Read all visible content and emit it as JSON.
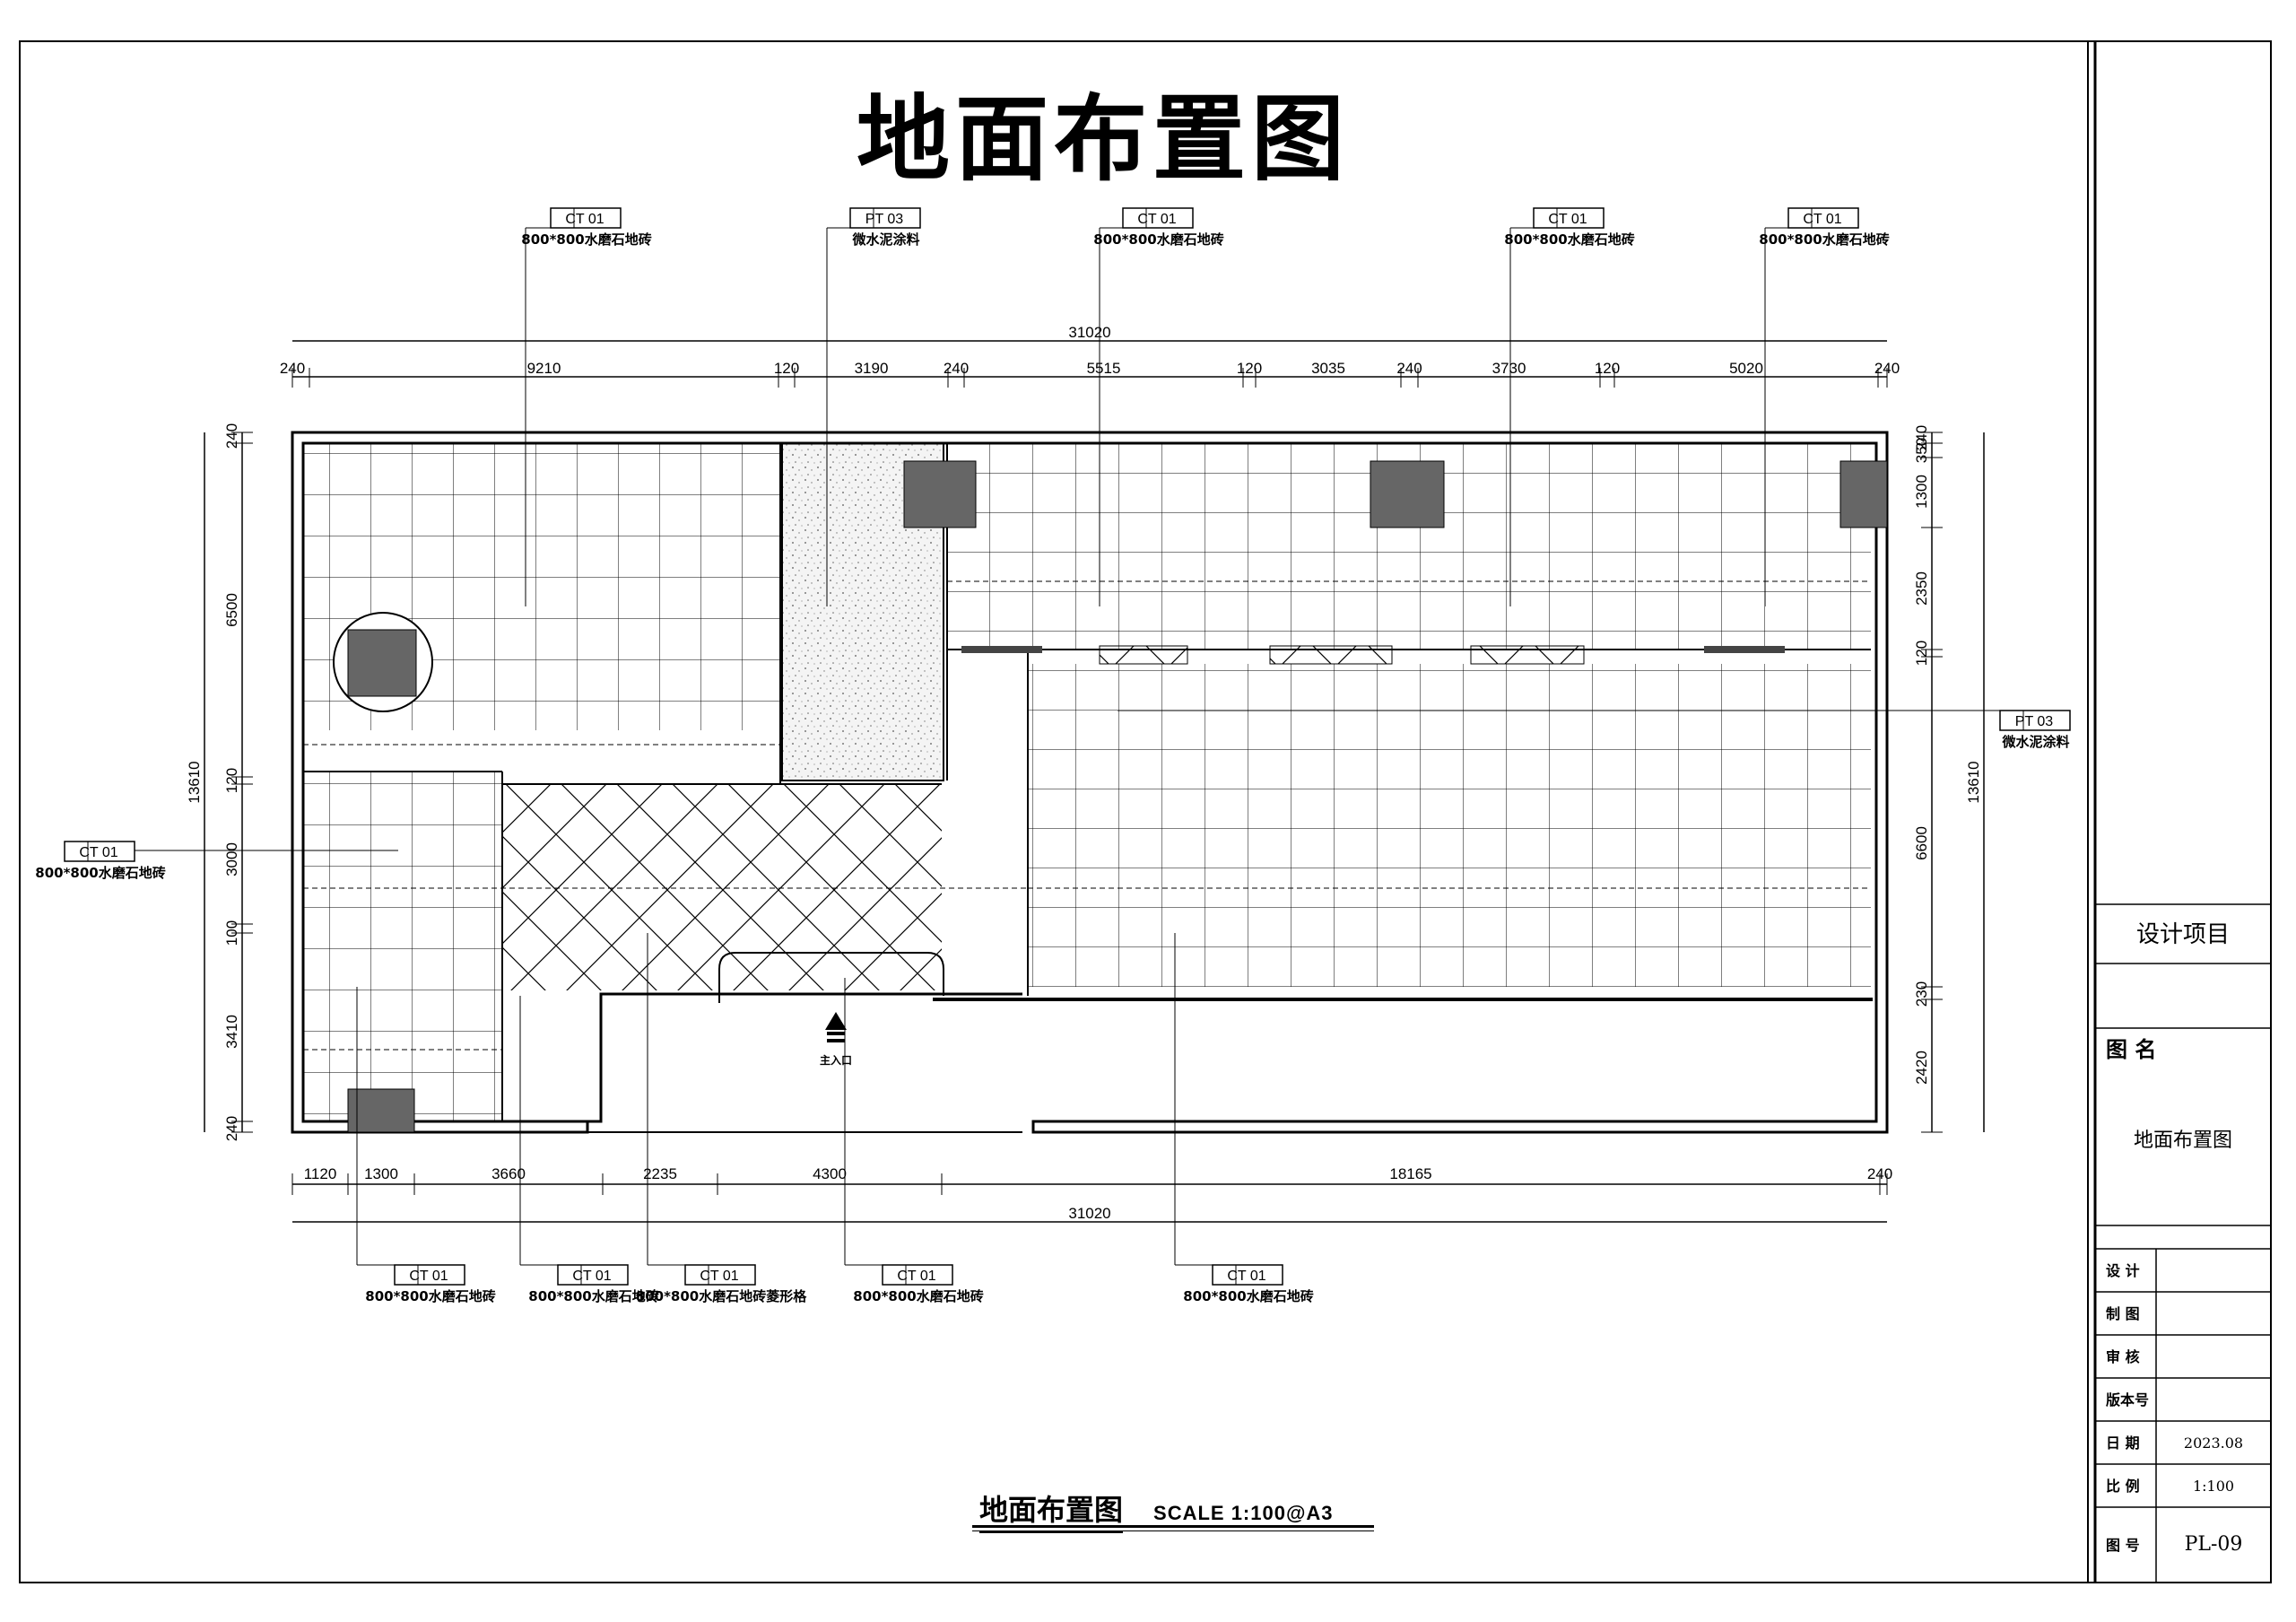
{
  "title": "地面布置图",
  "caption": {
    "title": "地面布置图",
    "scale": "SCALE  1:100@A3"
  },
  "dims": {
    "top_total": "31020",
    "top": [
      "240",
      "9210",
      "120",
      "3190",
      "240",
      "5515",
      "120",
      "3035",
      "240",
      "3730",
      "120",
      "5020",
      "240"
    ],
    "bottom": [
      "1120",
      "1300",
      "3660",
      "2235",
      "4300",
      "18165",
      "240"
    ],
    "bottom_total": "31020",
    "left": [
      "240",
      "6500",
      "120",
      "3000",
      "100",
      "3410",
      "240"
    ],
    "left_total": "13610",
    "right": [
      "240",
      "350",
      "1300",
      "2350",
      "120",
      "6600",
      "230",
      "2420"
    ],
    "right_total": "13610"
  },
  "tags": [
    {
      "code": "CT  01",
      "desc": "800*800水磨石地砖"
    },
    {
      "code": "PT  03",
      "desc": "微水泥涂料"
    },
    {
      "code": "CT  01",
      "desc": "800*800水磨石地砖"
    },
    {
      "code": "CT  01",
      "desc": "800*800水磨石地砖"
    },
    {
      "code": "CT  01",
      "desc": "800*800水磨石地砖"
    },
    {
      "code": "PT  03",
      "desc": "微水泥涂料"
    },
    {
      "code": "CT  01",
      "desc": "800*800水磨石地砖"
    },
    {
      "code": "CT  01",
      "desc": "800*800水磨石地砖"
    },
    {
      "code": "CT  01",
      "desc": "800*800水磨石地砖"
    },
    {
      "code": "CT  01",
      "desc": "800*800水磨石地砖菱形格"
    },
    {
      "code": "CT  01",
      "desc": "800*800水磨石地砖"
    },
    {
      "code": "CT  01",
      "desc": "800*800水磨石地砖"
    }
  ],
  "entrance": "主入口",
  "title_block": {
    "project_label": "设计项目",
    "drawing_name_label": "图 名",
    "drawing_name": "地面布置图",
    "rows": [
      {
        "label": "设 计",
        "value": ""
      },
      {
        "label": "制 图",
        "value": ""
      },
      {
        "label": "审 核",
        "value": ""
      },
      {
        "label": "版本号",
        "value": ""
      },
      {
        "label": "日 期",
        "value": "2023.08"
      },
      {
        "label": "比 例",
        "value": "1:100"
      },
      {
        "label": "图 号",
        "value": "PL-09"
      }
    ]
  }
}
